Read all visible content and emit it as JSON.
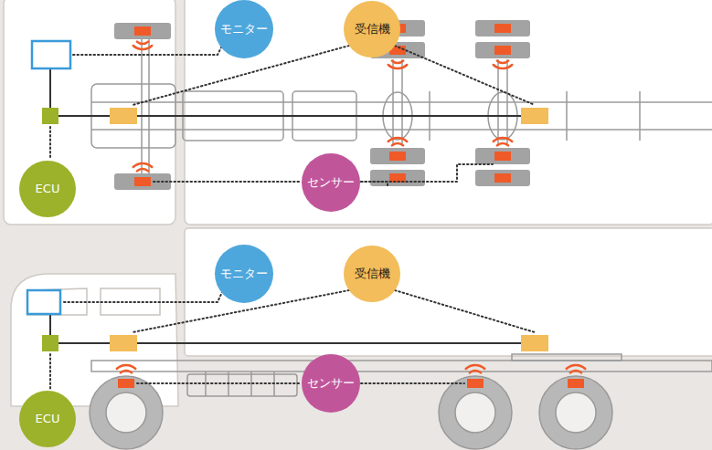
{
  "diagram": {
    "nodes": [
      {
        "text": [
          "モニター"
        ]
      },
      {
        "text": [
          "受信機"
        ]
      },
      {
        "text": [
          "ECU"
        ]
      },
      {
        "text": [
          "センサー"
        ]
      },
      {
        "text": [
          "モニター"
        ]
      },
      {
        "text": [
          "受信機"
        ]
      },
      {
        "text": [
          "ECU"
        ]
      },
      {
        "text": [
          "センサー"
        ]
      }
    ]
  }
}
